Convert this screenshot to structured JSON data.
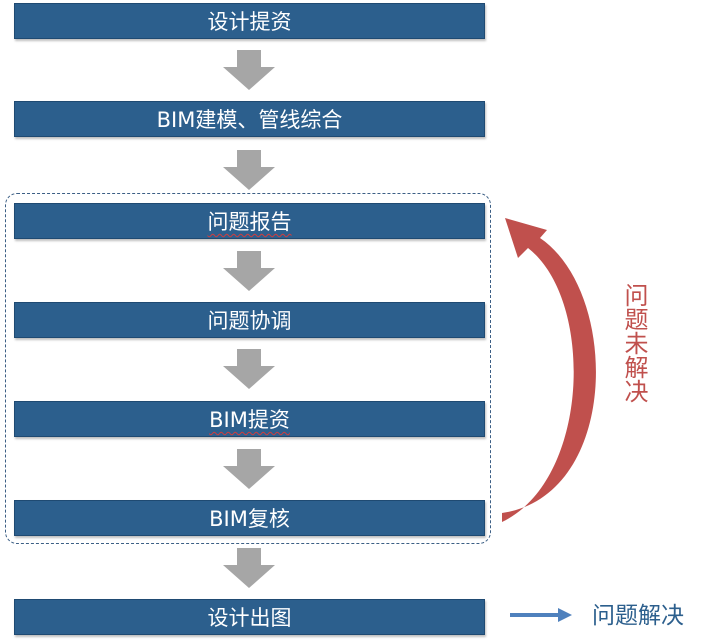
{
  "steps": [
    {
      "label": "设计提资"
    },
    {
      "label": "BIM建模、管线综合"
    },
    {
      "label": "问题报告"
    },
    {
      "label": "问题协调"
    },
    {
      "label": "BIM提资"
    },
    {
      "label": "BIM复核"
    },
    {
      "label": "设计出图"
    }
  ],
  "loop_label": "问题未解决",
  "solved_label": "问题解决",
  "colors": {
    "step_fill": "#2c5f8d",
    "arrow_gray": "#a6a6a6",
    "loop_red": "#c0504d",
    "solved_blue": "#4f81bd"
  },
  "icons": {
    "down_arrow": "down-arrow-icon",
    "loop_arrow": "curved-arrow-icon",
    "right_arrow": "right-arrow-icon"
  }
}
